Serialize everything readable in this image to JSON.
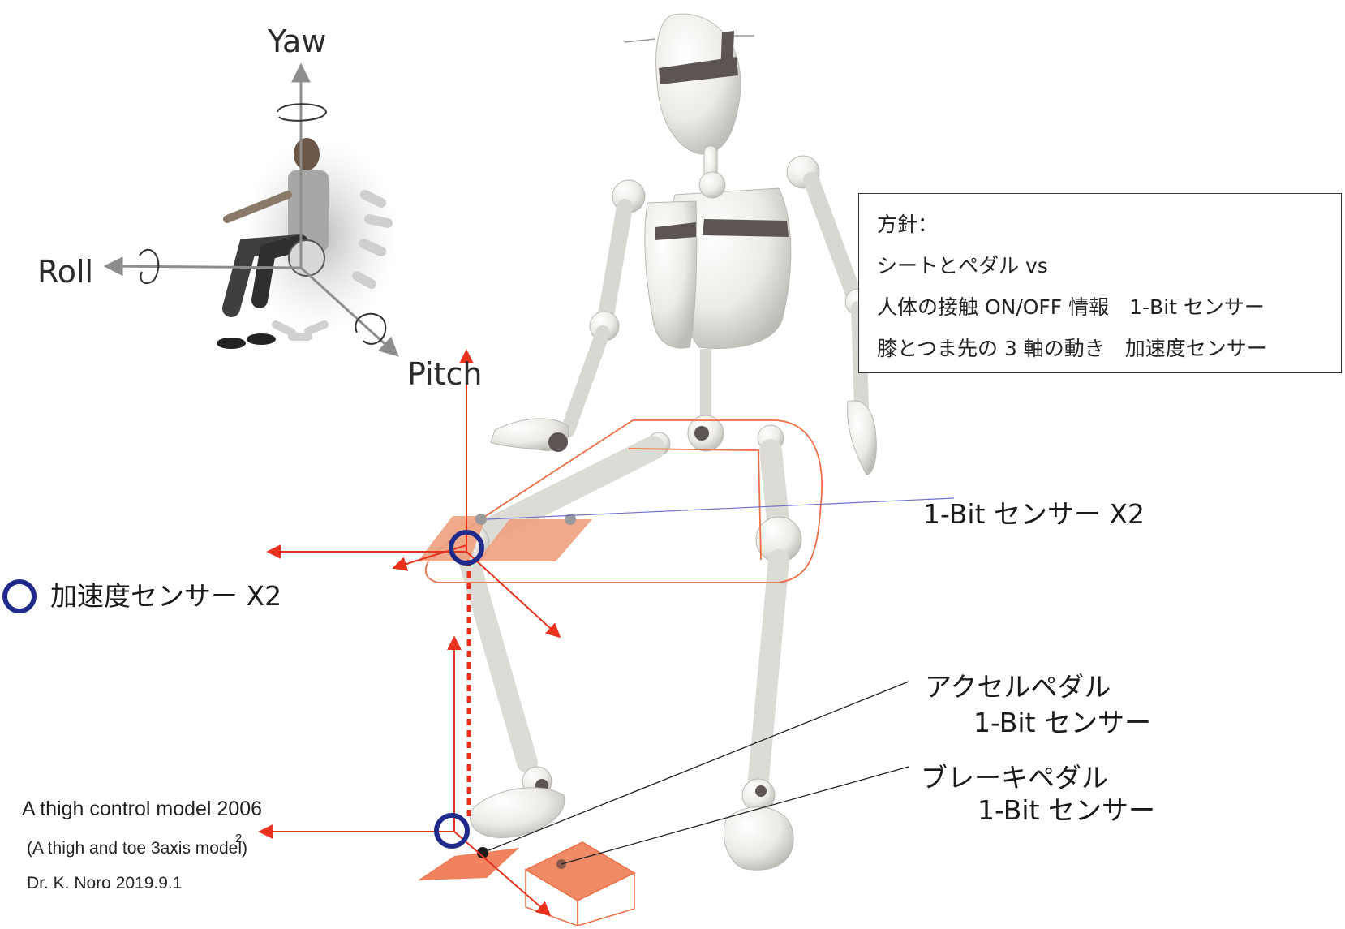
{
  "axes": {
    "yaw": "Yaw",
    "roll": "Roll",
    "pitch": "Pitch"
  },
  "policy": {
    "title": "方針：",
    "lines": [
      "シートとペダル vs",
      "人体の接触 ON/OFF 情報　1-Bit センサー",
      "膝とつま先の 3 軸の動き　加速度センサー"
    ]
  },
  "labels": {
    "seat_sensor": "1-Bit センサー X2",
    "accel_sensor": "加速度センサー X2",
    "accel_pedal_line1": "アクセルペダル",
    "accel_pedal_line2": "1-Bit センサー",
    "brake_pedal_line1": "ブレーキペダル",
    "brake_pedal_line2": "1-Bit センサー"
  },
  "caption": {
    "line1": "A thigh control model 2006",
    "line2": "(A thigh and toe 3axis  model)",
    "superscript": "2",
    "line3": "Dr. K. Noro  2019.9.1"
  },
  "colors": {
    "red": "#e8321e",
    "orange_fill": "#f0a080",
    "orange_line": "#ee6f45",
    "sensor_ring": "#1f2a8a",
    "mannequin": "#ecebe6",
    "mannequin_shadow": "#c8c7c2",
    "band": "#5c5553",
    "grey_arrow": "#9a9a9a"
  },
  "icons": [
    "rotation-arrow-icon",
    "sensor-ring-icon",
    "pedal-block-icon",
    "seated-person-photo"
  ]
}
